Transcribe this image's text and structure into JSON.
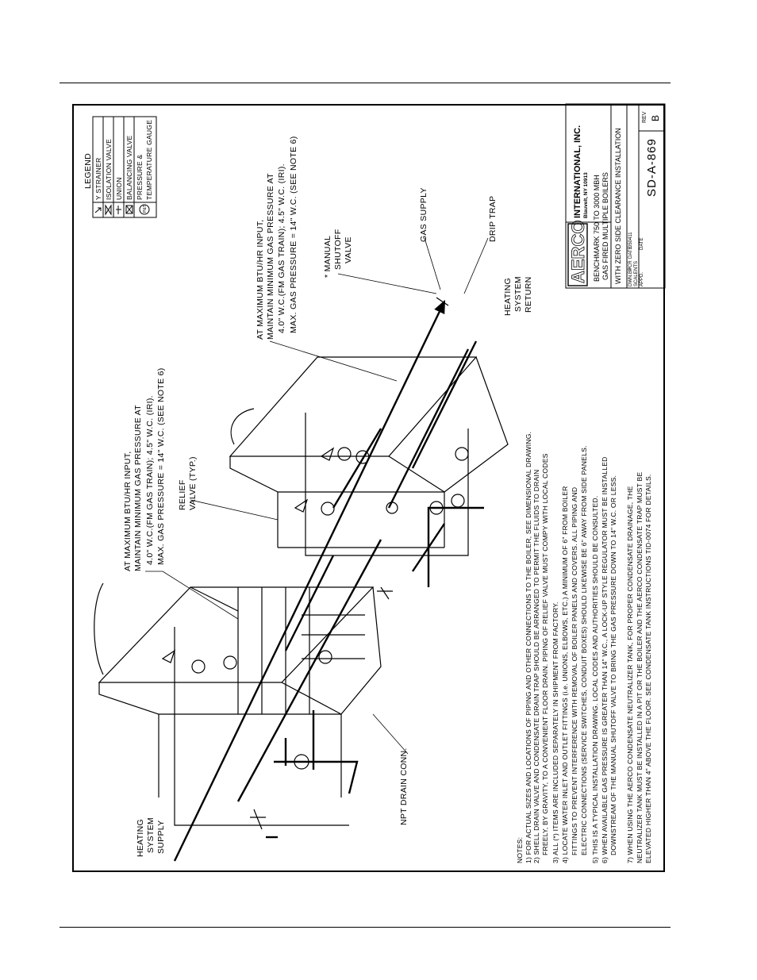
{
  "legend": {
    "title": "LEGEND",
    "items": [
      {
        "symbol": "y-strainer-icon",
        "label": "Y STRAINER"
      },
      {
        "symbol": "isolation-valve-icon",
        "label": "ISOLATION VALVE"
      },
      {
        "symbol": "union-icon",
        "label": "UNION"
      },
      {
        "symbol": "balancing-valve-icon",
        "label": "BALANCING VALVE"
      },
      {
        "symbol": "pt-gauge-icon",
        "label": "PRESSURE &"
      },
      {
        "symbol": "",
        "label": "TEMPERATURE GAUGE"
      }
    ],
    "gauge_symbol_text": "P&T"
  },
  "callouts": {
    "gas_pressure_left": [
      "AT MAXIMUM BTU/HR INPUT,",
      "MAINTAIN MINIMUM GAS PRESSURE AT",
      "4.0\" W.C.(FM GAS TRAIN); 4.5\" W.C. (IRI).",
      "MAX. GAS PRESSURE = 14\" W.C. (SEE NOTE 6)"
    ],
    "gas_pressure_right": [
      "AT MAXIMUM BTU/HR INPUT,",
      "MAINTAIN MINIMUM GAS PRESSURE AT",
      "4.0\" W.C.(FM GAS TRAIN); 4.5\" W.C. (IRI).",
      "MAX. GAS PRESSURE = 14\" W.C. (SEE NOTE 6)"
    ],
    "relief_valve": [
      "RELIEF",
      "VALVE (TYP.)"
    ],
    "manual_shutoff": [
      "* MANUAL",
      "SHUTOFF",
      "VALVE"
    ],
    "gas_supply": "GAS SUPPLY",
    "drip_trap": "DRIP TRAP",
    "heating_return": [
      "HEATING",
      "SYSTEM",
      "RETURN"
    ],
    "heating_supply": [
      "HEATING",
      "SYSTEM",
      "SUPPLY"
    ],
    "npt_drain": "NPT DRAIN CONN."
  },
  "notes": {
    "heading": "NOTES:",
    "lines": [
      "1) FOR ACTUAL SIZES AND LOCATIONS OF PIPING AND OTHER CONNECTIONS TO THE BOILER, SEE DIMENSIONAL DRAWING.",
      "2) SHELL DRAIN VALVE AND CONDENSATE DRAIN TRAP SHOULD BE ARRANGED TO PERMIT THE FLUIDS TO DRAIN",
      "FREELY, BY GRAVITY, TO A CONVENIENT FLOOR DRAIN.  PIPING OF RELIEF VALVE MUST COMPY WITH LOCAL CODES",
      "3) ALL (*) ITEMS ARE INCLUDED SEPARATELY IN SHIPMENT FROM FACTORY.",
      "4) LOCATE WATER INLET AND OUTLET FITTINGS (i.e. UNIONS, ELBOWS, ETC.) A MINIMUM OF 6\" FROM BOILER",
      "FITTINGS TO PREVENT INTERFERENCE WITH REMOVAL OF BOILER PANELS AND COVERS.  ALL PIPING AND",
      "ELECTRIC CONNECTIONS (SERVICE SWITCHES, CONDUIT BOXES) SHOULD LIKEWISE BE 6\" AWAY FROM SIDE PANELS.",
      "5) THIS IS A TYPICAL INSTALLATION DRAWING.  LOCAL CODES AND AUTHORITIES SHOULD BE CONSULTED.",
      "6) WHEN AVAILABLE GAS PRESSURE IS GREATER THAN 14\" W.C., A LOCK-UP STYLE REGULATOR MUST BE INSTALLED",
      "DOWNSTREAM OF THE MANUAL SHUTOFF VALVE TO BRING THE GAS PRESSURE DOWN TO 14\" W.C. OR LESS.",
      "7) WHEN USING THE AERCO CONDENSATE NEUTRALIZER TANK, FOR PROPER CONDENSATE DRAINAGE, THE",
      "NEUTRALIZER TANK MUST BE INSTALLED IN A PIT OR THE BOILER AND THE AERCO CONDENSATE TRAP MUST BE",
      "ELEVATED HIGHER THAN 4\" ABOVE THE FLOOR.  SEE CONDENSATE TANK INSTRUCTIONS TID-0074 FOR DETAILS."
    ]
  },
  "title_block": {
    "logo": "AERCO",
    "company": "INTERNATIONAL, INC.",
    "location": "Blauvelt, NY 10913",
    "description": [
      "BENCHMARK 750 TO 3000 MBH",
      "GAS FIRED MULTIPLE BOILERS",
      "WITH ZERO SIDE CLEARANCE INSTALLATION"
    ],
    "drawn_by_label": "DWN.BY",
    "drawn_by": "PCR",
    "date_label": "DATE",
    "date": "050411",
    "scale_label": "SCALE",
    "scale": "NTS",
    "appd_label": "APPD.",
    "appd_date_label": "DATE",
    "drawing_number": "SD-A-869",
    "rev_label": "REV",
    "rev": "B"
  }
}
